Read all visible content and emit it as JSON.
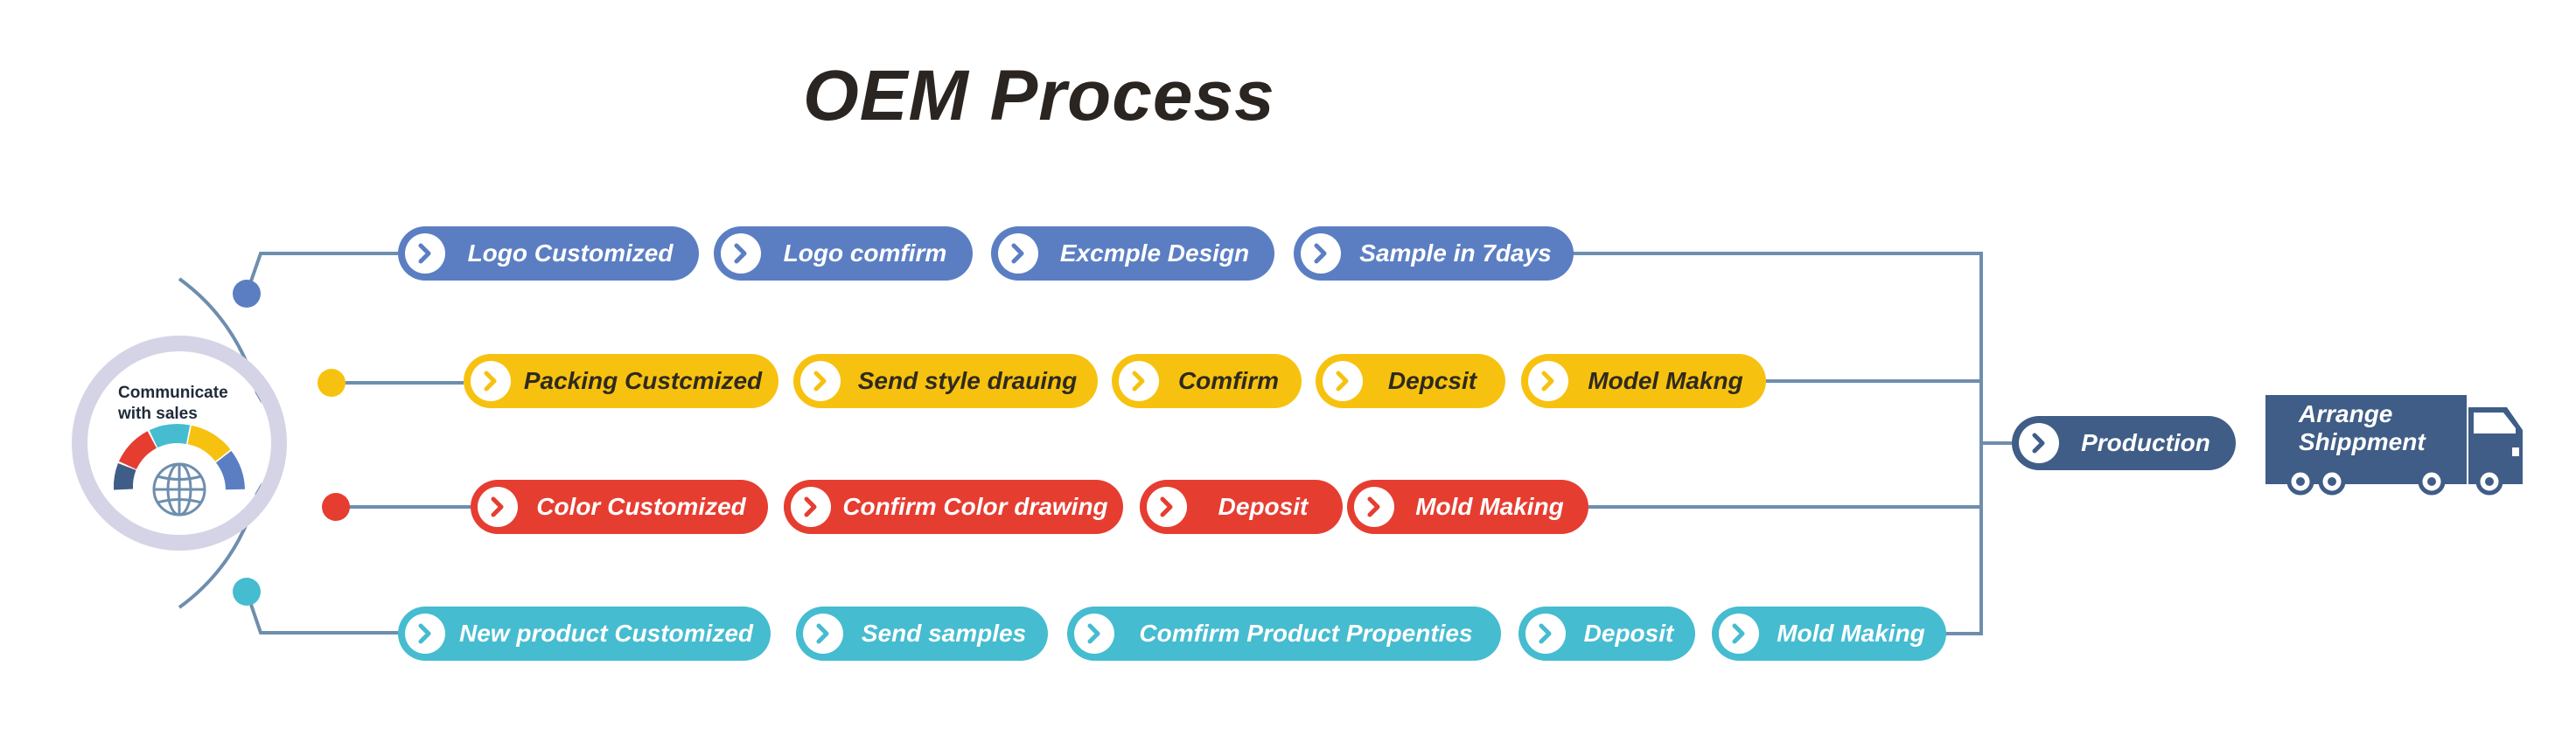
{
  "title": "OEM Process",
  "hub": {
    "label_line1": "Communicate",
    "label_line2": "with sales",
    "icon": "globe-icon",
    "arc_colors": [
      "#3f5d86",
      "#e63d31",
      "#45bcd0",
      "#f7c20f",
      "#5b7ec3"
    ]
  },
  "colors": {
    "blue": "#5b7ec3",
    "yellow": "#f7c20f",
    "red": "#e63d31",
    "cyan": "#45bcd0",
    "navy": "#3f5d86",
    "line": "#6e8eae"
  },
  "rows": [
    {
      "color": "blue",
      "steps": [
        "Logo Customized",
        "Logo comfirm",
        "Excmple Design",
        "Sample in 7days"
      ]
    },
    {
      "color": "yellow",
      "steps": [
        "Packing Custcmized",
        "Send style drauing",
        "Comfirm",
        "Depcsit",
        "Model Makng"
      ]
    },
    {
      "color": "red",
      "steps": [
        "Color Customized",
        "Confirm Color drawing",
        "Deposit",
        "Mold Making"
      ]
    },
    {
      "color": "cyan",
      "steps": [
        "New product Customized",
        "Send samples",
        "Comfirm Product Propenties",
        "Deposit",
        "Mold Making"
      ]
    }
  ],
  "production": {
    "label": "Production"
  },
  "shipment": {
    "line1": "Arrange",
    "line2": "Shippment",
    "icon": "truck-icon"
  }
}
